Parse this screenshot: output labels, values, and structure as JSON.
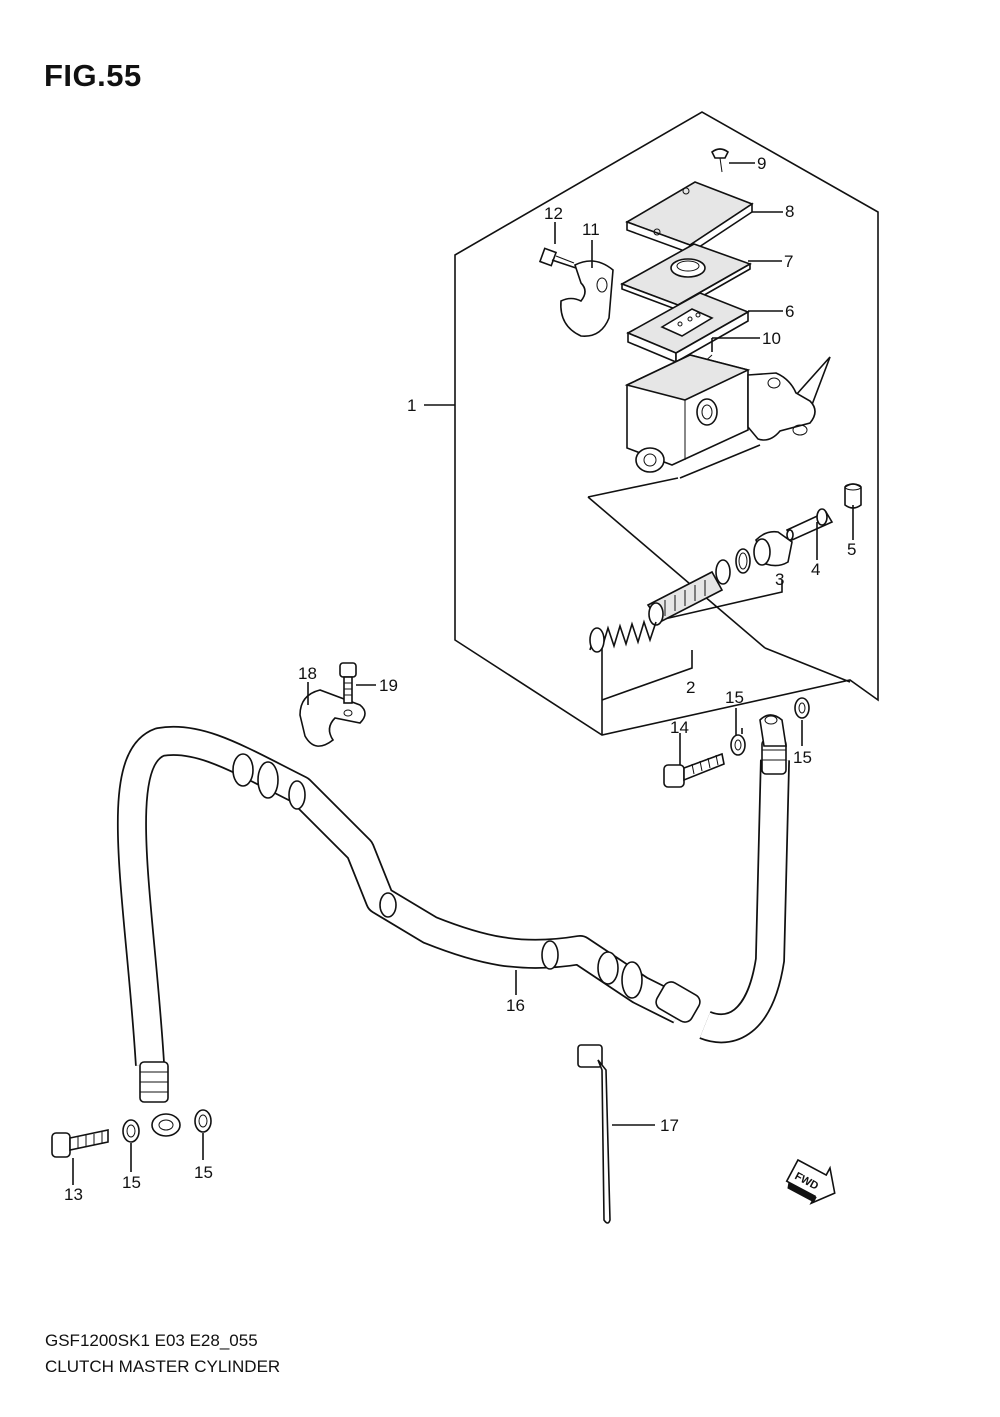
{
  "figure": {
    "title": "FIG.55"
  },
  "footer": {
    "model_code": "GSF1200SK1  E03 E28_055",
    "name": "CLUTCH MASTER CYLINDER"
  },
  "fwd_marker": "FWD",
  "callouts": [
    {
      "id": "c1",
      "text": "1"
    },
    {
      "id": "c2",
      "text": "2"
    },
    {
      "id": "c3",
      "text": "3"
    },
    {
      "id": "c4",
      "text": "4"
    },
    {
      "id": "c5",
      "text": "5"
    },
    {
      "id": "c6",
      "text": "6"
    },
    {
      "id": "c7",
      "text": "7"
    },
    {
      "id": "c8",
      "text": "8"
    },
    {
      "id": "c9",
      "text": "9"
    },
    {
      "id": "c10",
      "text": "10"
    },
    {
      "id": "c11",
      "text": "11"
    },
    {
      "id": "c12",
      "text": "12"
    },
    {
      "id": "c13",
      "text": "13"
    },
    {
      "id": "c14",
      "text": "14"
    },
    {
      "id": "c15a",
      "text": "15"
    },
    {
      "id": "c15b",
      "text": "15"
    },
    {
      "id": "c15c",
      "text": "15"
    },
    {
      "id": "c15d",
      "text": "15"
    },
    {
      "id": "c16",
      "text": "16"
    },
    {
      "id": "c17",
      "text": "17"
    },
    {
      "id": "c18",
      "text": "18"
    },
    {
      "id": "c19",
      "text": "19"
    }
  ]
}
